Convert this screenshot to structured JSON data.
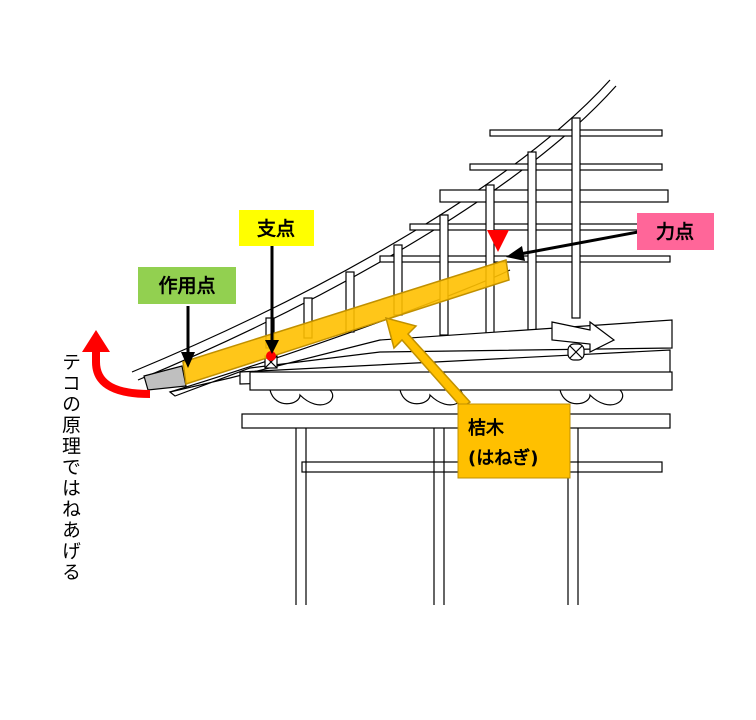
{
  "labels": {
    "fulcrum": "支点",
    "effort": "力点",
    "load": "作用点",
    "member_line1": "桔木",
    "member_line2": "(はねぎ)",
    "note": "テコの原理ではねあげる"
  },
  "colors": {
    "fulcrum_bg": "#ffff00",
    "effort_bg": "#ff6699",
    "load_bg": "#92d050",
    "member_fill": "#ffc000",
    "member_stroke": "#c09000",
    "callout_bg": "#ffc000",
    "red_marker": "#ff0000",
    "line": "#000000"
  },
  "icons": [
    "red-up-arrow-icon",
    "red-triangle-marker-icon",
    "red-dot-fulcrum-icon"
  ]
}
